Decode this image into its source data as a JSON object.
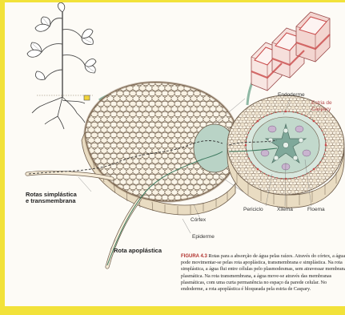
{
  "labels": {
    "endoderme": "Endoderme",
    "estria_line1": "Estria de",
    "estria_line2": "Caspary",
    "rotas_line1": "Rotas simplástica",
    "rotas_line2": "e transmembrana",
    "cortex": "Córtex",
    "periciclo": "Periciclo",
    "xilema": "Xilema",
    "floema": "Floema",
    "epiderme": "Epiderme",
    "rota_apoplastica": "Rota apoplástica"
  },
  "caption": {
    "figure_label": "FIGURA 4.3",
    "text": "Rotas para a absorção de água pelas raízes. Através do córtex, a água pode movimentar-se pelas rota apoplástica, transmembrana e simplástica. Na rota simplástica, a água flui entre células pelo plasmodesmas, sem atravessar membrana plasmática. Na rota transmembrana, a água move-se através das membranas plasmáticas, com uma curta permanência no espaço da parede celular. No endoderme, a rota apoplástica é bloqueada pela estria de Caspary."
  },
  "colors": {
    "background": "#f2e23a",
    "page": "#fdfbf6",
    "cell_fill": "#f7efdf",
    "cell_stroke": "#6b5a48",
    "casparian": "#c94a4a",
    "stele": "#a9c7b9",
    "leaf": "#ffffff"
  },
  "icons": [
    "plant-illustration",
    "root-section-3d",
    "endoderm-cells-detail",
    "water-path-arrow"
  ]
}
